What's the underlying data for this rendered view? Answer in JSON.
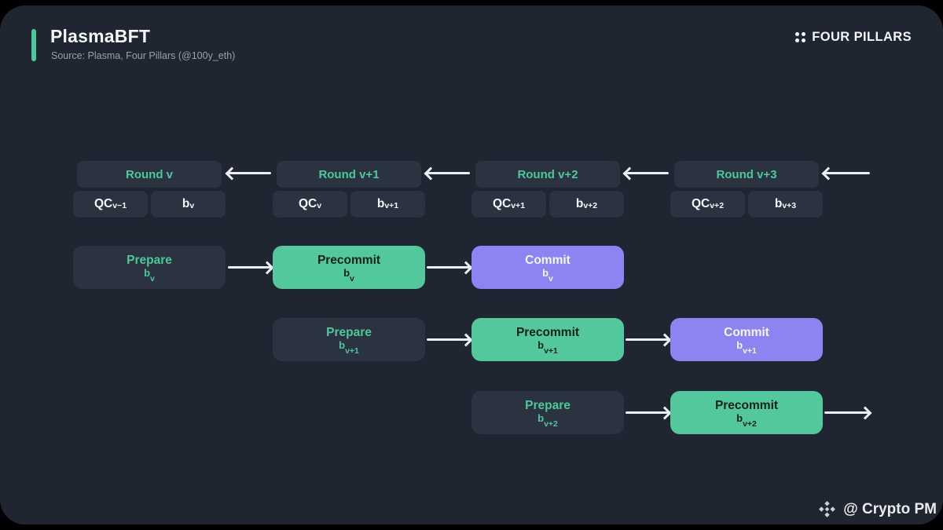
{
  "header": {
    "title": "PlasmaBFT",
    "subtitle": "Source: Plasma, Four Pillars (@100y_eth)",
    "brand": "FOUR PILLARS"
  },
  "colors": {
    "bg-outer": "#000000",
    "card": "#1F2631",
    "box": "#2A333F",
    "accent": "#4BC99B",
    "green": "#52C89C",
    "purple": "#8C85F1",
    "arrow": "#ECEFF3",
    "text-light": "#F4F6F8",
    "text-muted": "#99A1AB",
    "text-on-green": "#10211D"
  },
  "rounds": [
    {
      "label": "Round v",
      "qc_base": "QC",
      "qc_sub": "v−1",
      "b_base": "b",
      "b_sub": "v"
    },
    {
      "label": "Round v+1",
      "qc_base": "QC",
      "qc_sub": "v",
      "b_base": "b",
      "b_sub": "v+1"
    },
    {
      "label": "Round v+2",
      "qc_base": "QC",
      "qc_sub": "v+1",
      "b_base": "b",
      "b_sub": "v+2"
    },
    {
      "label": "Round v+3",
      "qc_base": "QC",
      "qc_sub": "v+2",
      "b_base": "b",
      "b_sub": "v+3"
    }
  ],
  "phases": {
    "rows": [
      {
        "cells": [
          {
            "title": "Prepare",
            "base": "b",
            "sub": "v"
          },
          {
            "title": "Precommit",
            "base": "b",
            "sub": "v"
          },
          {
            "title": "Commit",
            "base": "b",
            "sub": "v"
          }
        ]
      },
      {
        "cells": [
          {
            "title": "Prepare",
            "base": "b",
            "sub": "v+1"
          },
          {
            "title": "Precommit",
            "base": "b",
            "sub": "v+1"
          },
          {
            "title": "Commit",
            "base": "b",
            "sub": "v+1"
          }
        ]
      },
      {
        "cells": [
          {
            "title": "Prepare",
            "base": "b",
            "sub": "v+2"
          },
          {
            "title": "Precommit",
            "base": "b",
            "sub": "v+2"
          }
        ]
      }
    ]
  },
  "watermark": {
    "handle": "@ Crypto PM"
  }
}
